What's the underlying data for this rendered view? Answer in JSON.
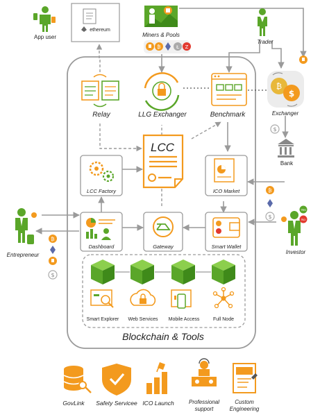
{
  "colors": {
    "green": "#5aa629",
    "orange": "#f39a1e",
    "gray": "#9a9a9a",
    "light_gray": "#bdbdbd",
    "gold": "#e8b83a",
    "red": "#e23a2f"
  },
  "actors": {
    "app_user": "App user",
    "miners_pools": "Miners & Pools",
    "trader": "Trader",
    "entrepreneur": "Entrepreneur",
    "investor": "Investor",
    "exchanger": "Exchanger",
    "bank": "Bank"
  },
  "ethereum_label": "ethereum",
  "modules": {
    "relay": "Relay",
    "llg_exchanger": "LLG Exchanger",
    "benchmark": "Benchmark",
    "lcc": "LCC",
    "lcc_factory": "LCC Factory",
    "ico_market": "ICO Market",
    "dashboard": "Dashboard",
    "gateway": "Gateway",
    "smart_wallet": "Smart Wallet"
  },
  "tools": [
    "Smart Explorer",
    "Web Services",
    "Mobile Access",
    "Full Node"
  ],
  "platform_title": "Blockchain & Tools",
  "services": [
    "GovLink",
    "Safety Servicee",
    "ICO Launch",
    "Professional support",
    "Custom Engineering"
  ],
  "badges": {
    "yes": "Yes",
    "no": "No"
  }
}
